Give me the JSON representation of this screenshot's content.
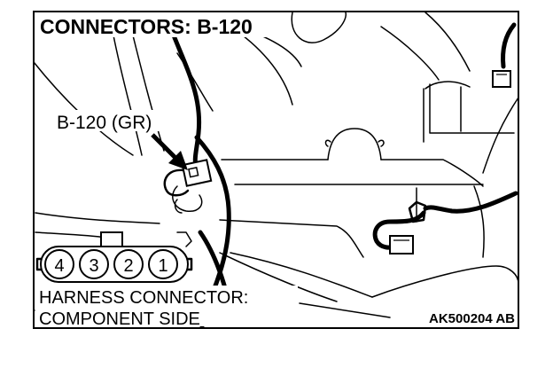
{
  "diagram": {
    "title": "CONNECTORS: B-120",
    "connector_callout": "B-120 (GR)",
    "harness_caption_line1": "HARNESS CONNECTOR:",
    "harness_caption_line2": "COMPONENT SIDE",
    "figure_code": "AK500204 AB",
    "connector_pins": [
      "4",
      "3",
      "2",
      "1"
    ]
  }
}
